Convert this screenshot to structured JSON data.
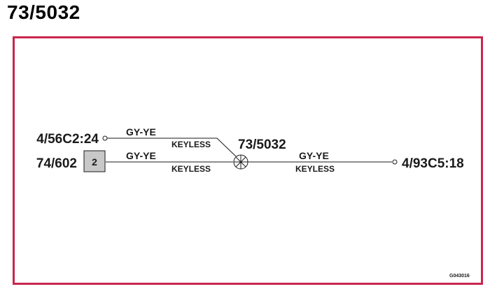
{
  "title": "73/5032",
  "diagram": {
    "splice_label": "73/5032",
    "connector_top_left": "4/56C2:24",
    "connector_left": "74/602",
    "connector_left_pin": "2",
    "connector_right": "4/93C5:18",
    "wire_top": {
      "color_code": "GY-YE",
      "option": "KEYLESS"
    },
    "wire_left": {
      "color_code": "GY-YE",
      "option": "KEYLESS"
    },
    "wire_right": {
      "color_code": "GY-YE",
      "option": "KEYLESS"
    },
    "figure_code": "G043016",
    "colors": {
      "frame": "#c8264e",
      "line": "#1a1a1a",
      "connector_fill": "#c8c8c8"
    }
  }
}
